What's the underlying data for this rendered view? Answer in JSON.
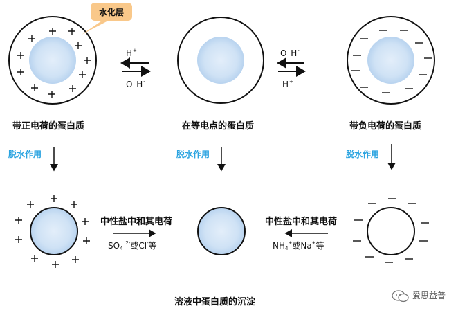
{
  "callout": {
    "label": "水化层"
  },
  "top_row": {
    "left_caption": "带正电荷的蛋白质",
    "middle_caption": "在等电点的蛋白质",
    "right_caption": "带负电荷的蛋白质"
  },
  "left_equilibrium": {
    "top_ion": "H",
    "top_sup": "+",
    "bottom_ion": "O H",
    "bottom_sup": "-"
  },
  "right_equilibrium": {
    "top_ion": "O H",
    "top_sup": "-",
    "bottom_ion": "H",
    "bottom_sup": "+"
  },
  "dehydration": {
    "label": "脱水作用"
  },
  "bottom_row": {
    "left_neutral_label": "中性盐中和其电荷",
    "left_salt_main": "SO",
    "left_salt_sub": "4",
    "left_salt_sup": "2-",
    "left_salt_or": "或Cl",
    "left_salt_cl_sup": "-",
    "left_salt_tail": "等",
    "right_neutral_label": "中性盐中和其电荷",
    "right_salt_main": "NH",
    "right_salt_sub": "4",
    "right_salt_sup": "+",
    "right_salt_or": "或Na",
    "right_salt_na_sup": "+",
    "right_salt_tail": "等"
  },
  "footer": {
    "title": "溶液中蛋白质的沉淀"
  },
  "watermark": {
    "text": "爱思益普",
    "icon": "wechat-chat-icon"
  },
  "colors": {
    "protein_fill": "#cfe2f5",
    "protein_inner": "#bcd6f0",
    "dehydration": "#29a3e0",
    "callout": "#f9c88a"
  }
}
